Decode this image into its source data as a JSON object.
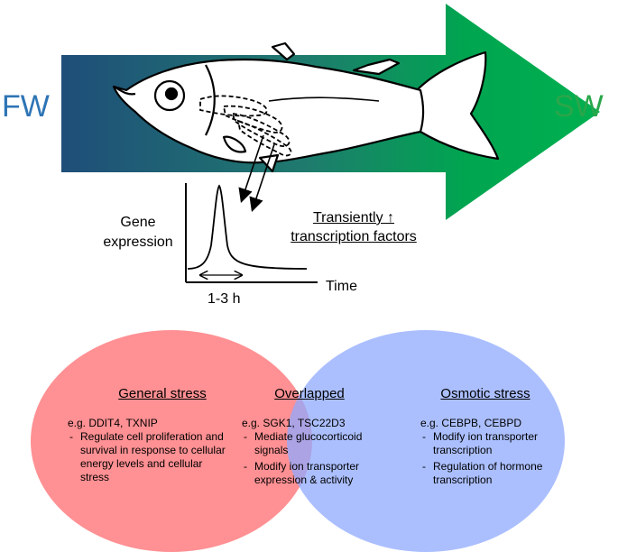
{
  "labels": {
    "fw": "FW",
    "sw": "SW",
    "gene_expression": "Gene expression",
    "time": "Time",
    "duration": "1-3 h",
    "transient": "Transiently ↑ transcription factors"
  },
  "venn": {
    "general": {
      "title": "General stress",
      "example": "e.g. DDIT4, TXNIP",
      "items": [
        "Regulate cell proliferation and survival in response to cellular energy levels and cellular stress"
      ]
    },
    "overlap": {
      "title": "Overlapped",
      "example": "e.g. SGK1, TSC22D3",
      "items": [
        "Mediate glucocorticoid signals",
        "Modify ion transporter expression & activity"
      ]
    },
    "osmotic": {
      "title": "Osmotic stress",
      "example": "e.g. CEBPB, CEBPD",
      "items": [
        "Modify ion transporter transcription",
        "Regulation of hormone transcription"
      ]
    }
  },
  "colors": {
    "fw_blue": "#2e74b5",
    "arrow_blue": "#1f4e79",
    "arrow_green": "#00b050",
    "general_red": "#ff7c80",
    "osmotic_blue": "#8faaff",
    "overlap_purple": "#9b73b8"
  },
  "icons": {
    "fish": "fish-illustration",
    "gills": "gill-outline"
  }
}
